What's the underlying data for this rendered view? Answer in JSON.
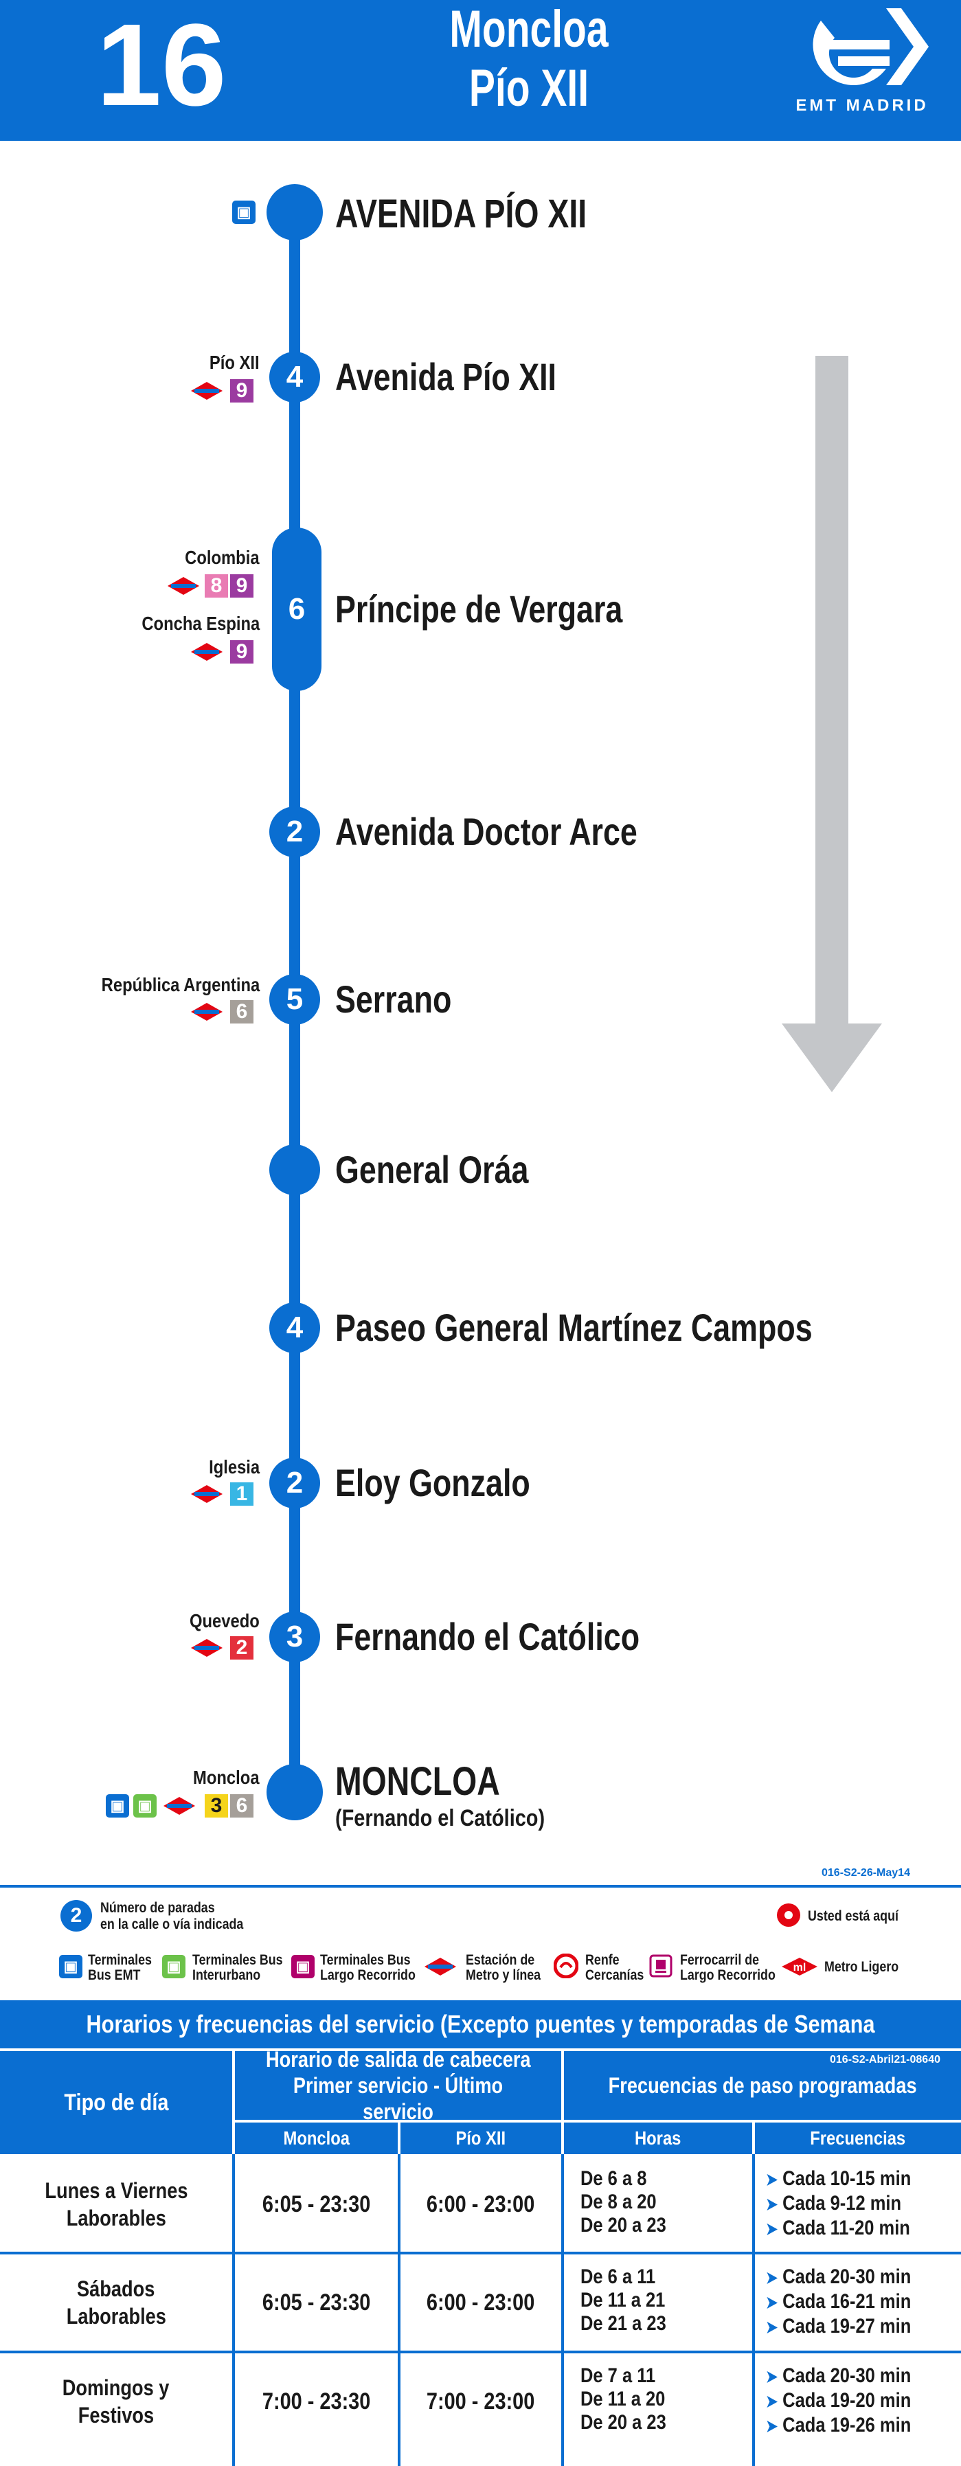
{
  "header": {
    "route_number": "16",
    "destination_line1": "Moncloa",
    "destination_line2": "Pío XII",
    "logo_text": "EMT MADRID"
  },
  "stops": [
    {
      "name": "AVENIDA PÍO XII",
      "count": "",
      "connections": [
        {
          "name": "",
          "lines": []
        }
      ]
    },
    {
      "name": "Avenida Pío XII",
      "count": "4",
      "connections": [
        {
          "name": "Pío XII",
          "lines": [
            "9"
          ]
        }
      ]
    },
    {
      "name": "Príncipe de Vergara",
      "count": "6",
      "connections": [
        {
          "name": "Colombia",
          "lines": [
            "8",
            "9"
          ]
        },
        {
          "name": "Concha Espina",
          "lines": [
            "9"
          ]
        }
      ]
    },
    {
      "name": "Avenida Doctor Arce",
      "count": "2",
      "connections": []
    },
    {
      "name": "Serrano",
      "count": "5",
      "connections": [
        {
          "name": "República Argentina",
          "lines": [
            "6"
          ]
        }
      ]
    },
    {
      "name": "General Oráa",
      "count": "",
      "connections": []
    },
    {
      "name": "Paseo General Martínez Campos",
      "count": "4",
      "connections": []
    },
    {
      "name": "Eloy Gonzalo",
      "count": "2",
      "connections": [
        {
          "name": "Iglesia",
          "lines": [
            "1"
          ]
        }
      ]
    },
    {
      "name": "Fernando el Católico",
      "count": "3",
      "connections": [
        {
          "name": "Quevedo",
          "lines": [
            "2"
          ]
        }
      ]
    },
    {
      "name": "MONCLOA",
      "subname": "(Fernando el Católico)",
      "count": "",
      "connections": [
        {
          "name": "Moncloa",
          "lines": [
            "3",
            "6"
          ]
        }
      ]
    }
  ],
  "codes": {
    "map_code": "016-S2-26-May14",
    "table_code": "016-S2-Abril21-08640"
  },
  "legend": {
    "stops_count_sample": "2",
    "stops_count_text": [
      "Número de paradas",
      "en la calle o vía indicada"
    ],
    "you_are_here": "Usted está aquí",
    "items": [
      [
        "Terminales",
        "Bus EMT"
      ],
      [
        "Terminales Bus",
        "Interurbano"
      ],
      [
        "Terminales Bus",
        "Largo Recorrido"
      ],
      [
        "Estación de",
        "Metro y línea"
      ],
      [
        "Renfe",
        "Cercanías"
      ],
      [
        "Ferrocarril de",
        "Largo Recorrido"
      ],
      [
        "Metro Ligero"
      ]
    ],
    "metro_ligero_badge": "ml"
  },
  "schedule": {
    "title": "Horarios y frecuencias del servicio (Excepto puentes y temporadas de Semana Santa y Verano)",
    "col_day": "Tipo de día",
    "col_departure": [
      "Horario de salida de cabecera",
      "Primer servicio - Último servicio"
    ],
    "col_freq": "Frecuencias de paso programadas",
    "sub_moncloa": "Moncloa",
    "sub_pio": "Pío XII",
    "sub_horas": "Horas",
    "sub_frecuencias": "Frecuencias",
    "rows": [
      {
        "day": [
          "Lunes a Viernes",
          "Laborables"
        ],
        "moncloa": "6:05 - 23:30",
        "pio": "6:00 - 23:00",
        "horas": [
          "De  6 a 8",
          "De  8 a 20",
          "De 20 a 23"
        ],
        "freqs": [
          "Cada 10-15 min",
          "Cada 9-12 min",
          "Cada 11-20 min"
        ]
      },
      {
        "day": [
          "Sábados",
          "Laborables"
        ],
        "moncloa": "6:05 - 23:30",
        "pio": "6:00 - 23:00",
        "horas": [
          "De  6 a 11",
          "De  11 a 21",
          "De 21 a 23"
        ],
        "freqs": [
          "Cada 20-30 min",
          "Cada 16-21  min",
          "Cada 19-27 min"
        ]
      },
      {
        "day": [
          "Domingos y",
          "Festivos"
        ],
        "moncloa": "7:00 - 23:30",
        "pio": "7:00 - 23:00",
        "horas": [
          "De  7 a 11",
          "De  11 a 20",
          "De 20 a 23"
        ],
        "freqs": [
          "Cada 20-30 min",
          "Cada 19-20  min",
          "Cada 19-26 min"
        ]
      }
    ]
  },
  "colors": {
    "brand": "#0a6ed1",
    "metro_red": "#e30613",
    "line1": "#38b6e4",
    "line2": "#e4303c",
    "line3": "#f5d41c",
    "line6": "#a59f99",
    "line8": "#e97cb3",
    "line9": "#9b3ba0",
    "arrow": "#c4c6c9"
  }
}
